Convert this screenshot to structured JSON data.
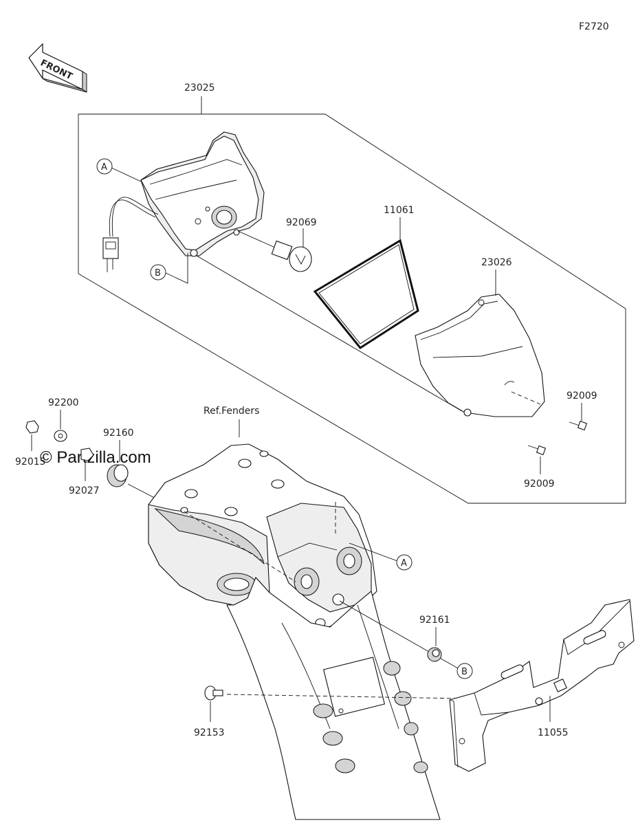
{
  "diagram_id": "F2720",
  "front_label": "FRONT",
  "watermark": "© Partzilla.com",
  "ref_label": "Ref.Fenders",
  "parts": {
    "p23025": "23025",
    "p11061": "11061",
    "p92069": "92069",
    "p23026": "23026",
    "p92009a": "92009",
    "p92009b": "92009",
    "p92200": "92200",
    "p92015": "92015",
    "p92160": "92160",
    "p92027": "92027",
    "p92161": "92161",
    "p92153": "92153",
    "p11055": "11055"
  },
  "callouts": {
    "a_top": "A",
    "b_top": "B",
    "a_bottom": "A",
    "b_bottom": "B"
  }
}
